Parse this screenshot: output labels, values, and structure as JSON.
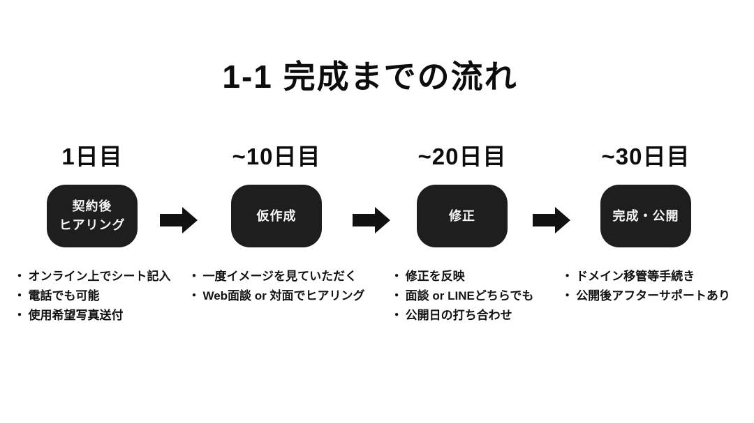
{
  "title": "1-1 完成までの流れ",
  "bullet_char": "・",
  "colors": {
    "background": "#ffffff",
    "box_fill": "#1e1e1e",
    "box_text": "#f7f7f7",
    "text": "#111111",
    "arrow": "#111111"
  },
  "stages": [
    {
      "day": "1日目",
      "label": "契約後\nヒアリング",
      "bullets": [
        "オンライン上でシート記入",
        "電話でも可能",
        "使用希望写真送付"
      ]
    },
    {
      "day": "~10日目",
      "label": "仮作成",
      "bullets": [
        "一度イメージを見ていただく",
        "Web面談 or 対面でヒアリング"
      ]
    },
    {
      "day": "~20日目",
      "label": "修正",
      "bullets": [
        "修正を反映",
        "面談 or LINEどちらでも",
        "公開日の打ち合わせ"
      ]
    },
    {
      "day": "~30日目",
      "label": "完成・公開",
      "bullets": [
        "ドメイン移管等手続き",
        "公開後アフターサポートあり"
      ]
    }
  ]
}
